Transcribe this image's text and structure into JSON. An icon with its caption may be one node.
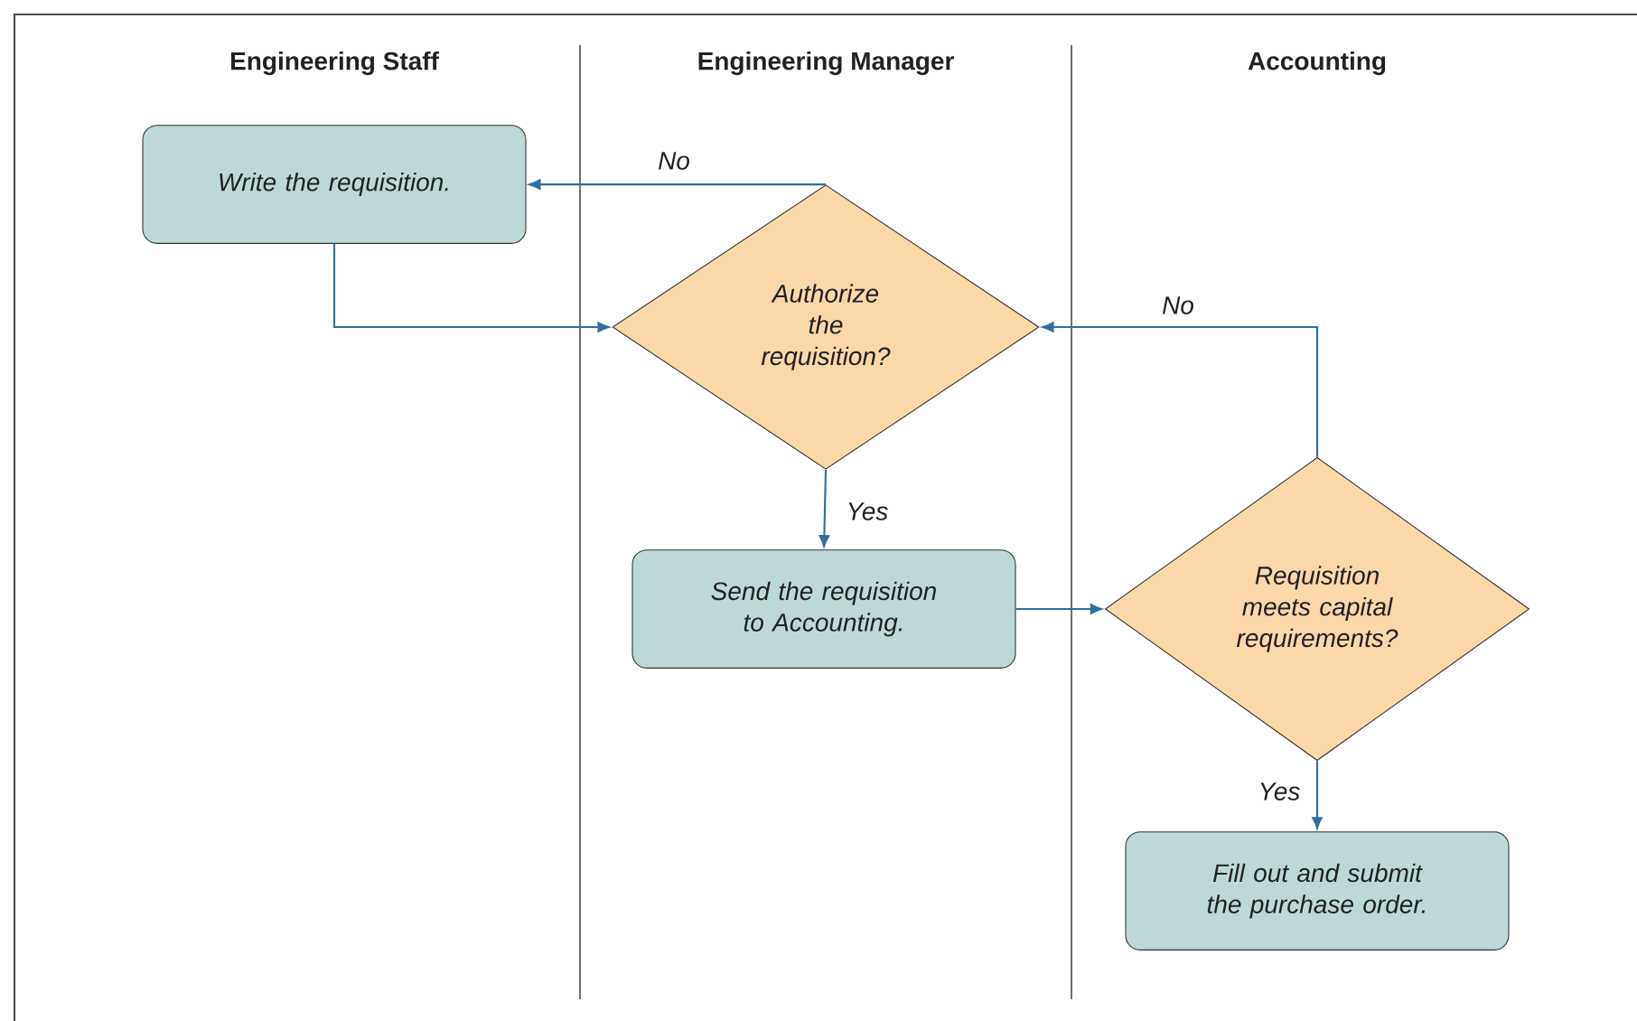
{
  "diagram": {
    "nodes": [
      {
        "text": [
          "Write the requisition."
        ]
      },
      {
        "text": [
          "Authorize the requisition?"
        ]
      },
      {
        "text": [
          "Send the requisition to Accounting."
        ]
      },
      {
        "text": [
          "Requisition meets capital requirements?"
        ]
      },
      {
        "text": [
          "Fill out and submit the purchase order."
        ]
      }
    ],
    "edges": [
      {
        "from": 0,
        "to": 1,
        "arrow": "to"
      },
      {
        "from": 1,
        "to": 0,
        "arrow": "to",
        "label": "No"
      },
      {
        "from": 1,
        "to": 2,
        "arrow": "to",
        "label": "Yes"
      },
      {
        "from": 2,
        "to": 3,
        "arrow": "to"
      },
      {
        "from": 3,
        "to": 1,
        "arrow": "to",
        "label": "No"
      },
      {
        "from": 3,
        "to": 4,
        "arrow": "to",
        "label": "Yes"
      }
    ],
    "labels": [
      "Engineering Staff",
      "Engineering Manager",
      "Accounting"
    ]
  }
}
